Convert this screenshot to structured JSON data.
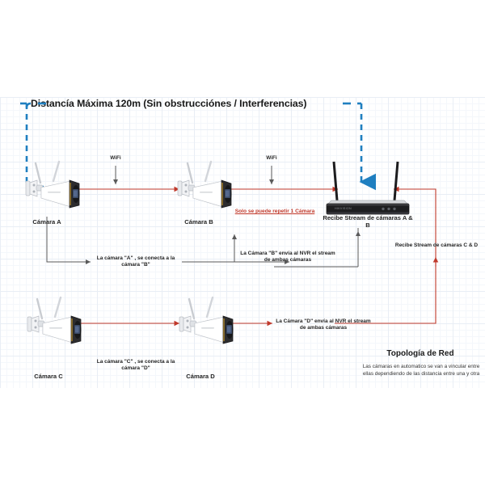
{
  "diagram": {
    "title": "Distancía Máxima 120m (Sin obstrucciónes / Interferencias)",
    "colors": {
      "bracket_blue": "#1f7fc0",
      "link_red": "#c0392b",
      "connector_gray": "#5a5a5a",
      "warning_red": "#c0392b",
      "grid_line": "#e9eef5"
    },
    "wifi_labels": [
      {
        "text": "WiFi"
      },
      {
        "text": "WiFi"
      }
    ],
    "devices": [
      {
        "id": "camera-a",
        "label": "Cámara A",
        "type": "bullet-camera"
      },
      {
        "id": "camera-b",
        "label": "Cámara B",
        "type": "bullet-camera"
      },
      {
        "id": "camera-c",
        "label": "Cámara C",
        "type": "bullet-camera"
      },
      {
        "id": "camera-d",
        "label": "Cámara D",
        "type": "bullet-camera"
      },
      {
        "id": "nvr",
        "label": "Recibe Stream de cámaras A & B",
        "type": "nvr"
      }
    ],
    "warning": "Solo se puede repetir 1 Cámara",
    "annotations": {
      "a_to_b": "La cámara \"A\" , se conecta a la cámara \"B\"",
      "b_to_nvr": "La Cámara \"B\" envía al NVR el stream de ambas cámaras",
      "c_to_d": "La cámara \"C\" , se conecta a la cámara \"D\"",
      "d_to_nvr": "La Cámara \"D\" envía al NVR el stream de ambas cámaras",
      "nvr_cd": "Recibe Stream de cámaras C & D"
    },
    "legend": {
      "title": "Topología de Red",
      "body": "Las cámaras en automatico se van a vincular entre ellas dependiendo de las distancia entre una y otra"
    }
  }
}
